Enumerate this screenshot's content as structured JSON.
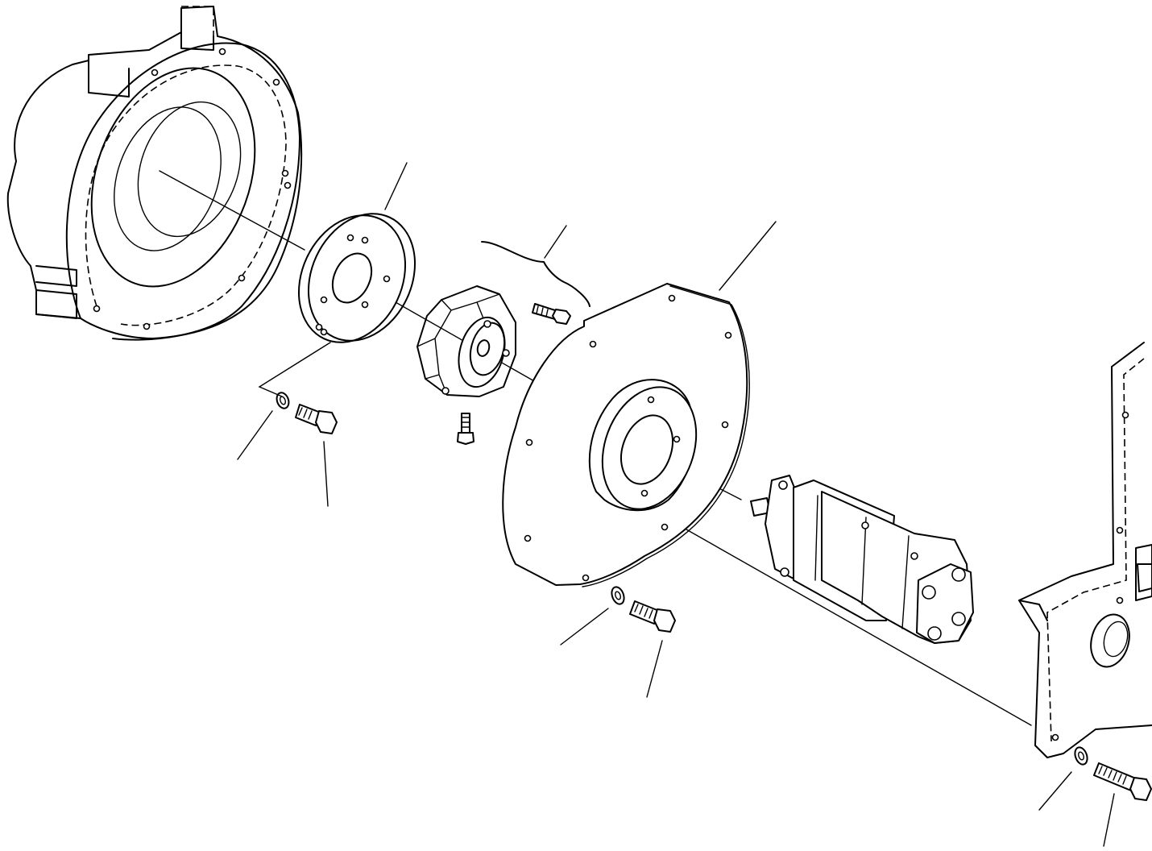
{
  "diagram": {
    "parts": [
      {
        "id": "flywheel-housing",
        "icon": "housing-icon"
      },
      {
        "id": "adapter-plate",
        "icon": "plate-icon"
      },
      {
        "id": "coupling-assembly",
        "icon": "coupling-icon"
      },
      {
        "id": "mounting-plate",
        "icon": "plate-icon"
      },
      {
        "id": "hydraulic-pump",
        "icon": "pump-icon"
      },
      {
        "id": "engine-block",
        "icon": "engine-icon"
      }
    ],
    "colors": {
      "ink": "#000000",
      "paper": "#ffffff",
      "rubber_shading": "#b8b8b8"
    }
  }
}
